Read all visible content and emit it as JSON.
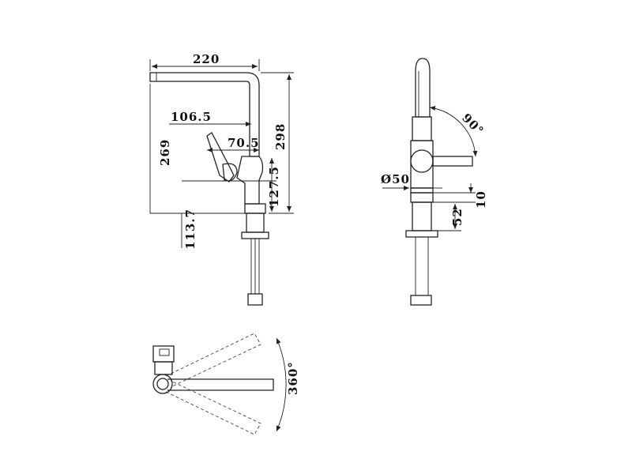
{
  "dimensions": {
    "width_top": "220",
    "handle_offset": "106.5",
    "handle_to_center": "70.5",
    "height_to_outlet": "269",
    "overall_height": "298",
    "body_height": "127.5",
    "below_deck": "113.7",
    "base_diameter": "Ø50",
    "base_ring": "10",
    "shank_height": "52",
    "handle_angle": "90°",
    "swivel_angle": "360°"
  },
  "colors": {
    "stroke": "#222222",
    "background": "#ffffff"
  }
}
